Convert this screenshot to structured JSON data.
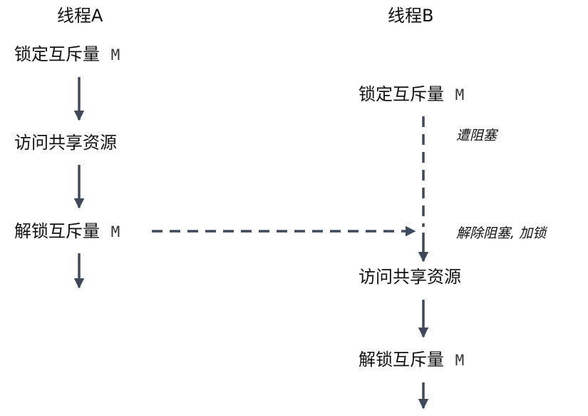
{
  "thread_a": {
    "title": "线程A",
    "steps": [
      {
        "text": "锁定互斥量",
        "var": "M"
      },
      {
        "text": "访问共享资源"
      },
      {
        "text": "解锁互斥量",
        "var": "M"
      }
    ]
  },
  "thread_b": {
    "title": "线程B",
    "steps": [
      {
        "text": "锁定互斥量",
        "var": "M"
      },
      {
        "text": "访问共享资源"
      },
      {
        "text": "解锁互斥量",
        "var": "M"
      }
    ],
    "notes": {
      "blocked": "遭阻塞",
      "unblocked": "解除阻塞, 加锁"
    }
  },
  "colors": {
    "arrow": "#3e4a5c",
    "text": "#111111"
  }
}
